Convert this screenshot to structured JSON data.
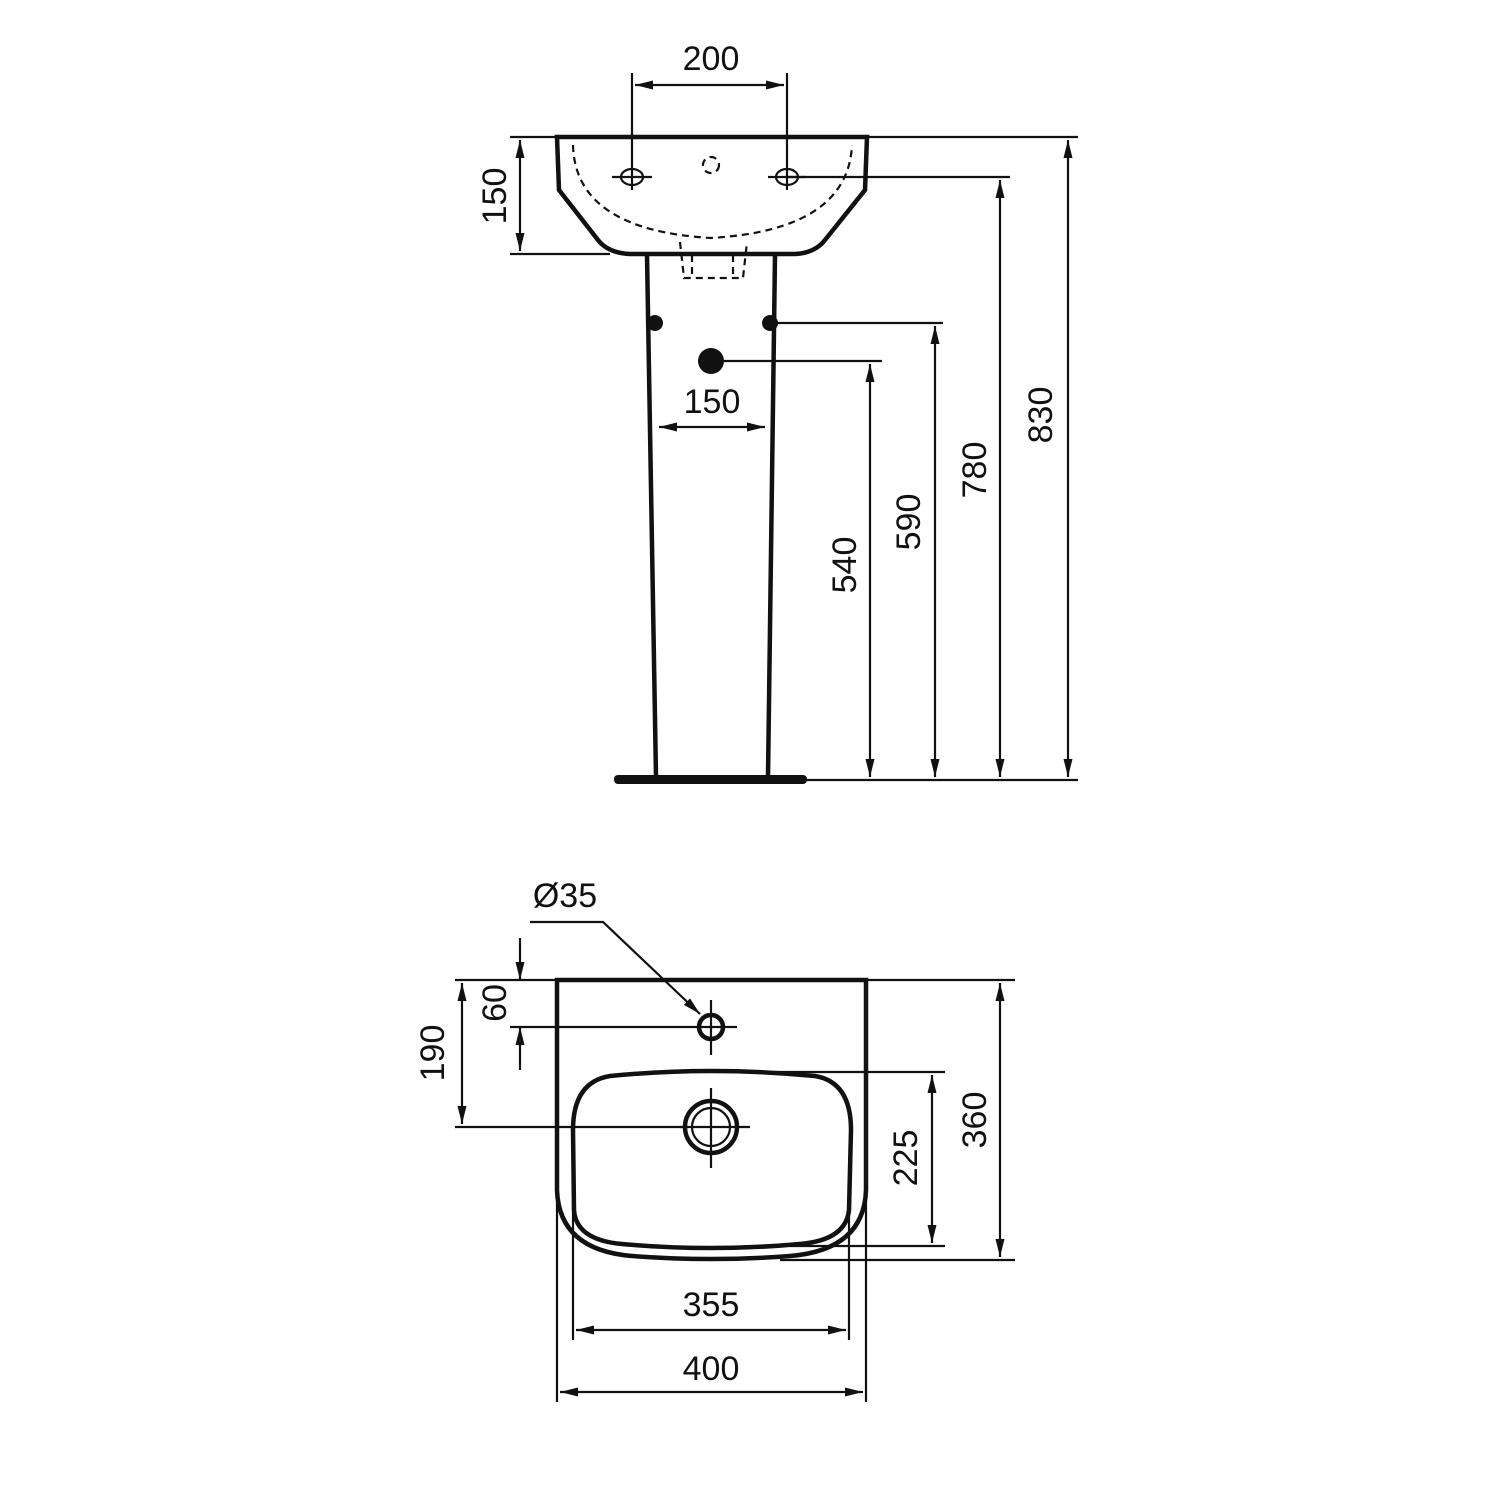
{
  "elevation_view": {
    "tap_spacing": "200",
    "basin_depth": "150",
    "pedestal_hole_spacing": "150",
    "waste_height": "540",
    "fixing_height": "590",
    "tap_height": "780",
    "overall_height": "830"
  },
  "plan_view": {
    "tap_hole_diameter": "Ø35",
    "tap_hole_offset": "60",
    "waste_offset": "190",
    "bowl_depth": "225",
    "overall_depth": "360",
    "bowl_width": "355",
    "overall_width": "400"
  },
  "colors": {
    "line": "#111111",
    "background": "#ffffff"
  }
}
